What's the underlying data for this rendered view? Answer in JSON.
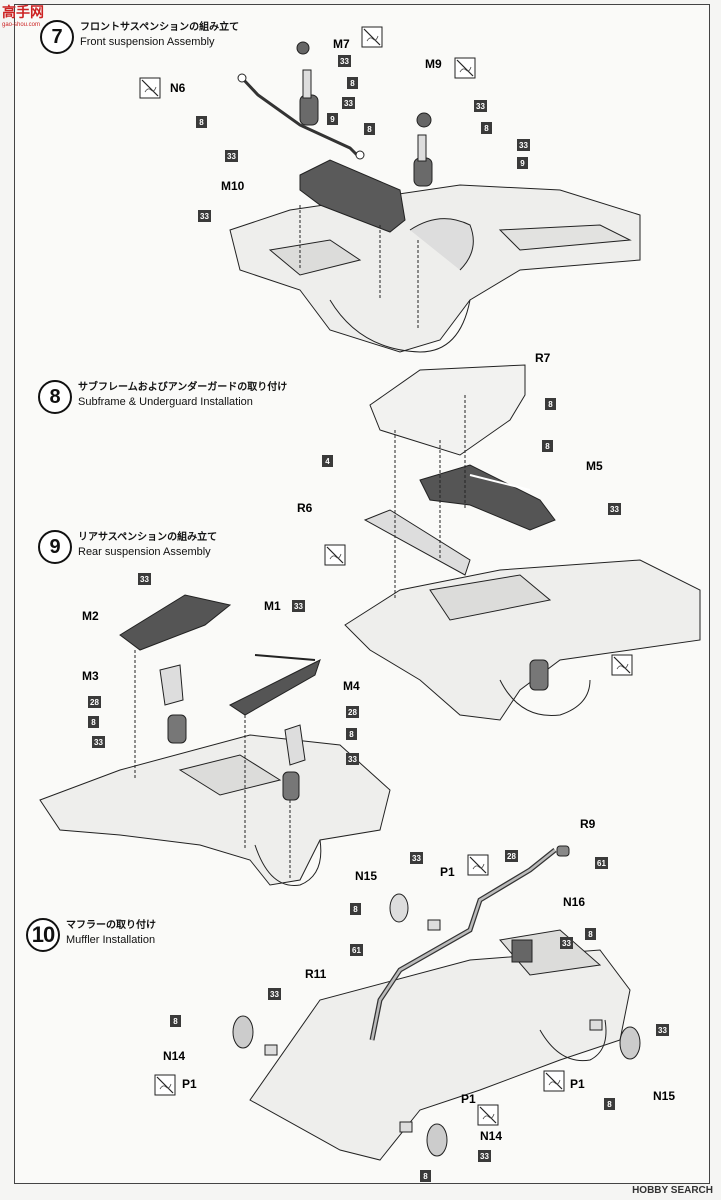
{
  "watermark_top": {
    "brand": "高手网",
    "url": "gao-shou.com"
  },
  "watermark_bottom": "HOBBY SEARCH",
  "steps": [
    {
      "num": "7",
      "jp": "フロントサスペンションの組み立て",
      "en": "Front suspension Assembly"
    },
    {
      "num": "8",
      "jp": "サブフレームおよびアンダーガードの取り付け",
      "en": "Subframe & Underguard Installation"
    },
    {
      "num": "9",
      "jp": "リアサスペンションの組み立て",
      "en": "Rear suspension Assembly"
    },
    {
      "num": "10",
      "jp": "マフラーの取り付け",
      "en": "Muffler Installation"
    }
  ],
  "part_labels": {
    "m7": "M7",
    "n6": "N6",
    "m9": "M9",
    "m10": "M10",
    "r7": "R7",
    "m5": "M5",
    "r6": "R6",
    "m2": "M2",
    "m1": "M1",
    "m3": "M3",
    "m4": "M4",
    "r9": "R9",
    "n15a": "N15",
    "p1a": "P1",
    "n16": "N16",
    "r11": "R11",
    "n14a": "N14",
    "p1b": "P1",
    "p1c": "P1",
    "p1d": "P1",
    "n14b": "N14",
    "n15b": "N15"
  },
  "color_codes": [
    "33",
    "8",
    "9",
    "4",
    "28",
    "61"
  ],
  "colors": {
    "badge": "#3a3a3a",
    "line": "#222222",
    "fill": "#e6e6e4",
    "dark_part": "#5a5a5a"
  }
}
